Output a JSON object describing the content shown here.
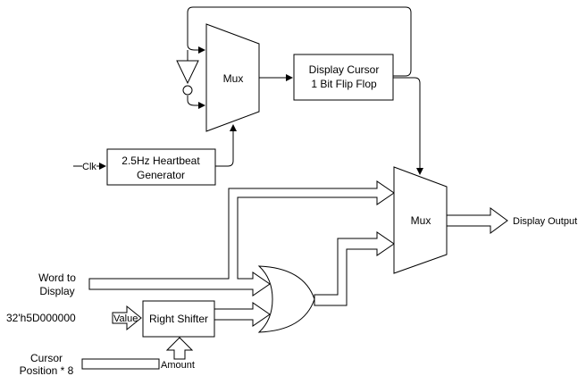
{
  "colors": {
    "stroke": "#000000",
    "fill": "#ffffff"
  },
  "components": {
    "mux_top": "Mux",
    "flip_flop_line1": "Display Cursor",
    "flip_flop_line2": "1 Bit Flip Flop",
    "heartbeat_line1": "2.5Hz Heartbeat",
    "heartbeat_line2": "Generator",
    "mux_right": "Mux",
    "right_shifter": "Right Shifter"
  },
  "signals": {
    "clk": "Clk",
    "display_output": "Display Output",
    "word_line1": "Word to",
    "word_line2": "Display",
    "constant": "32'h5D000000",
    "value": "Value",
    "cursor_line1": "Cursor",
    "cursor_line2": "Position * 8",
    "amount": "Amount"
  },
  "icons": {
    "inverter": "not-gate-icon",
    "or_gate": "or-gate-icon"
  }
}
